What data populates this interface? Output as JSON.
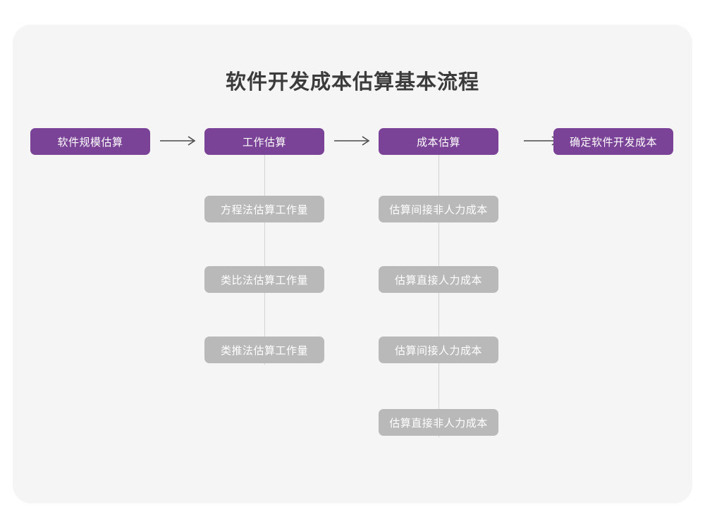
{
  "page": {
    "title": "软件开发成本估算基本流程",
    "background_color": "#ffffff",
    "card_color": "#f5f5f5"
  },
  "colors": {
    "primary": "#7b4397",
    "secondary": "#b9b9b9",
    "title_text": "#3b3b3b",
    "node_text": "#ffffff",
    "connector": "#d3d3d3",
    "arrow": "#4a4a4a"
  },
  "flow": {
    "type": "flowchart",
    "direction": "left-to-right",
    "main_steps": [
      {
        "id": "step-1",
        "label": "软件规模估算"
      },
      {
        "id": "step-2",
        "label": "工作估算"
      },
      {
        "id": "step-3",
        "label": "成本估算"
      },
      {
        "id": "step-4",
        "label": "确定软件开发成本"
      }
    ],
    "arrows": [
      {
        "id": "arrow-1",
        "glyph": "long-right-arrow"
      },
      {
        "id": "arrow-2",
        "glyph": "long-right-arrow"
      },
      {
        "id": "arrow-3",
        "glyph": "long-right-arrow"
      }
    ],
    "branches": [
      {
        "parent": "step-2",
        "items": [
          {
            "label": "方程法估算工作量"
          },
          {
            "label": "类比法估算工作量"
          },
          {
            "label": "类推法估算工作量"
          }
        ]
      },
      {
        "parent": "step-3",
        "items": [
          {
            "label": "估算间接非人力成本"
          },
          {
            "label": "估算直接人力成本"
          },
          {
            "label": "估算间接人力成本"
          },
          {
            "label": "估算直接非人力成本"
          }
        ]
      }
    ]
  }
}
